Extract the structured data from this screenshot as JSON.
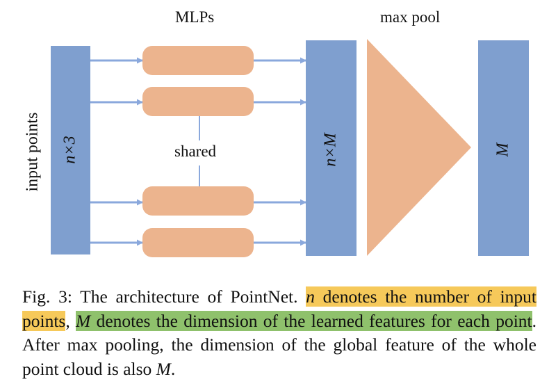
{
  "labels": {
    "mlps": "MLPs",
    "max_pool": "max pool",
    "input_points": "input points",
    "input_block": "n×3",
    "shared": "shared",
    "feature_block": "n×M",
    "output_block": "M"
  },
  "caption": {
    "prefix": "Fig. 3: The architecture of PointNet. ",
    "n_var": "n",
    "n_text": " denotes the number of input points",
    "comma": ", ",
    "m_var": "M",
    "m_text": " denotes the dimension of the learned features for each point",
    "after": ". After max pooling, the dimension of the global feature of the whole point cloud is also ",
    "m_var2": "M",
    "end": "."
  },
  "colors": {
    "block_blue": "#7f9fcf",
    "mlp_orange": "#ecb48e",
    "arrow_blue": "#8aa8dc",
    "highlight_yellow": "#f6c95a",
    "highlight_green": "#8fc16c"
  }
}
